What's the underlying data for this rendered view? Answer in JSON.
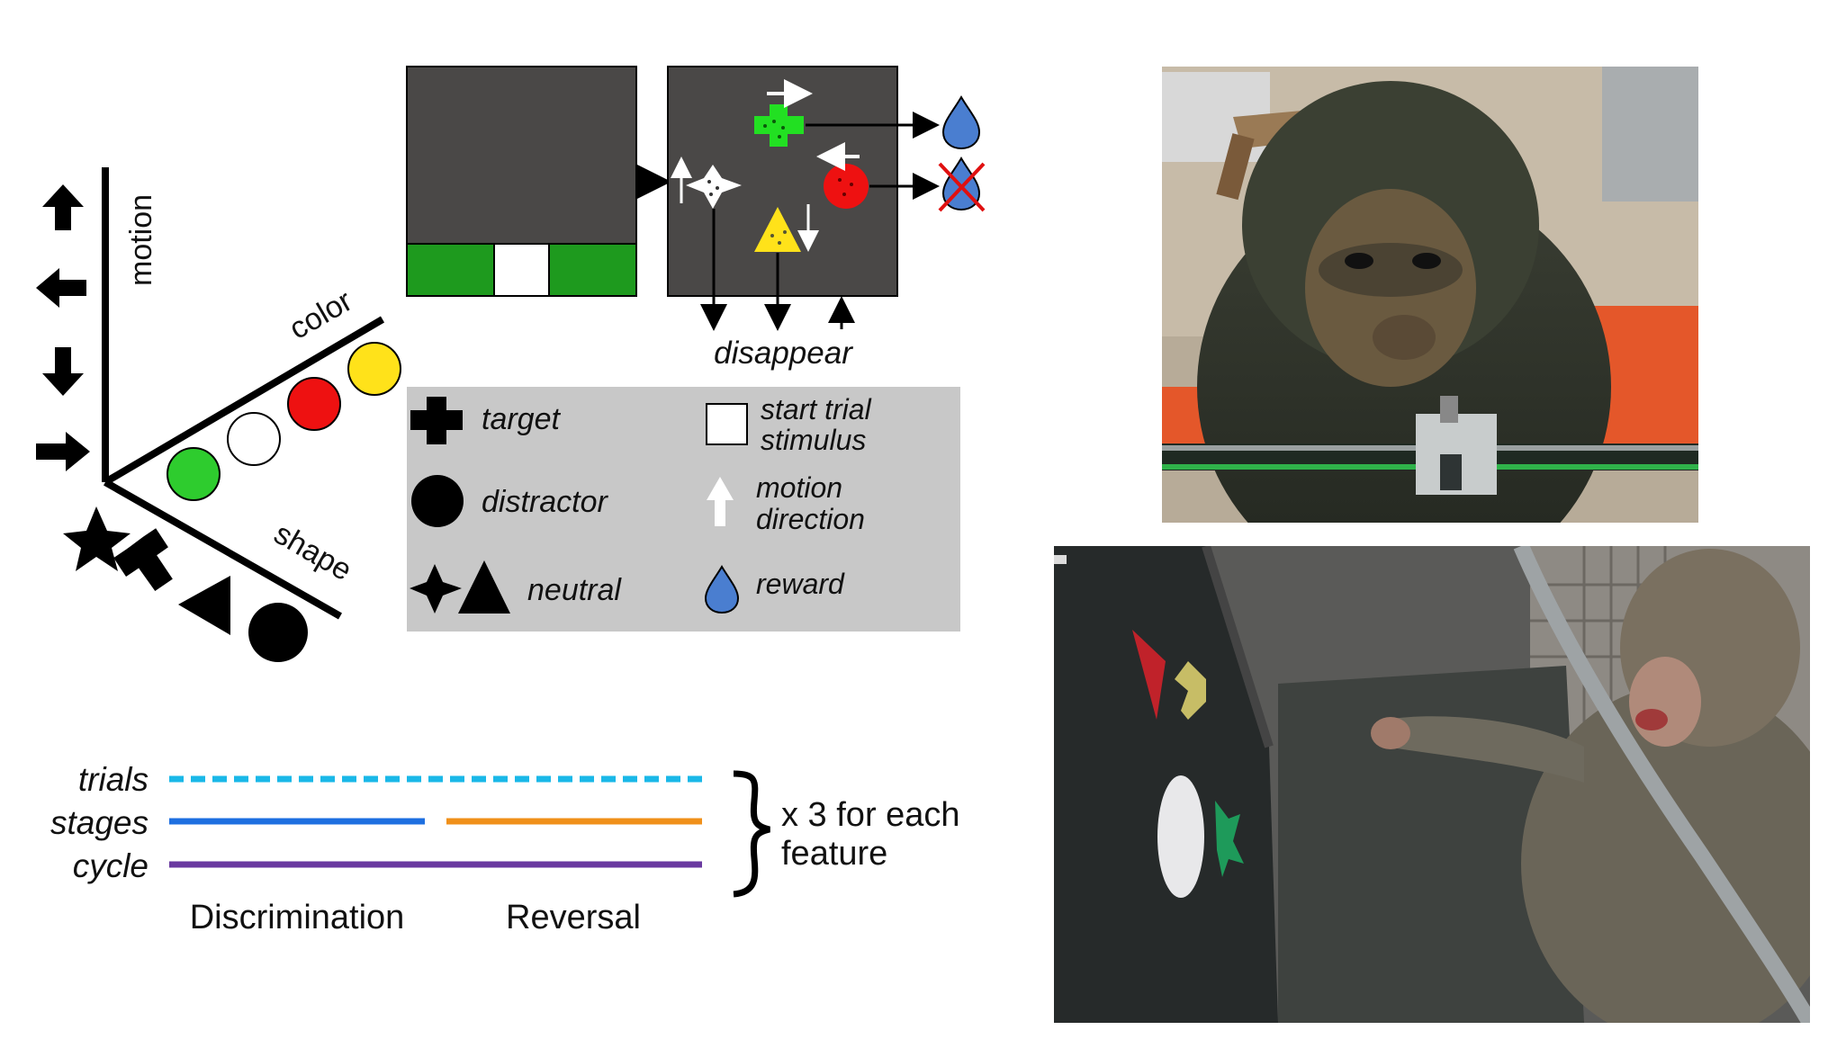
{
  "feature_space": {
    "axis_motion": "motion",
    "axis_color": "color",
    "axis_shape": "shape",
    "color_swatches": [
      "#2ecc2e",
      "#ffffff",
      "#ee1111",
      "#ffe21a"
    ],
    "motion_icons": [
      "arrow-up-icon",
      "arrow-left-icon",
      "arrow-down-icon",
      "arrow-right-icon"
    ],
    "shape_icons": [
      "star-icon",
      "cross-icon",
      "triangle-icon",
      "circle-icon"
    ]
  },
  "task": {
    "disappear_label": "disappear",
    "screen_bg": "#4a4847",
    "start_bar_green": "#1e9a1e"
  },
  "legend": {
    "target": "target",
    "distractor": "distractor",
    "neutral": "neutral",
    "start_trial_line1": "start trial",
    "start_trial_line2": "stimulus",
    "motion_line1": "motion",
    "motion_line2": "direction",
    "reward": "reward",
    "bg": "#c8c8c8"
  },
  "timeline": {
    "trials": "trials",
    "stages": "stages",
    "cycle": "cycle",
    "repeat_line1": "x 3 for each",
    "repeat_line2": "feature",
    "discrimination": "Discrimination",
    "reversal": "Reversal",
    "trials_color": "#1ab8e8",
    "stage1_color": "#1e6fe0",
    "stage2_color": "#f0901a",
    "cycle_color": "#6a3aa0"
  },
  "photos": {
    "top": "monkey-drinking-photo",
    "bottom": "monkey-touchscreen-photo"
  }
}
